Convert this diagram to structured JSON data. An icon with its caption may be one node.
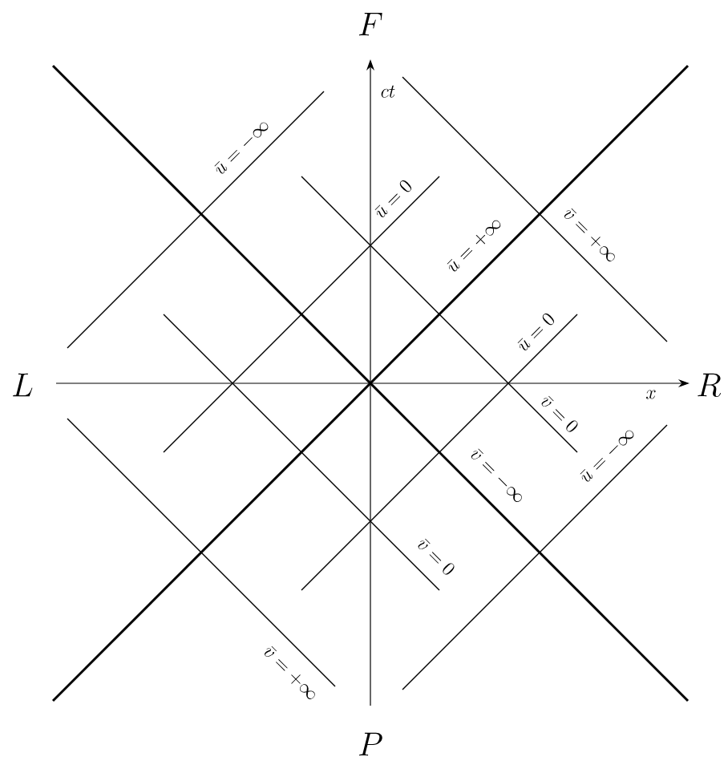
{
  "diagram": {
    "labels": [
      "F",
      "ct",
      "\\bar{u}=-\\infty",
      "\\bar{u}=0",
      "\\bar{u}=+\\infty",
      "\\bar{v}=+\\infty",
      "\\bar{u}=0",
      "L",
      "R",
      "\\bar{v}=0",
      "x",
      "\\bar{v}=-\\infty",
      "\\bar{u}=-\\infty",
      "\\bar{v}=0",
      "\\bar{v}=+\\infty",
      "P"
    ]
  }
}
